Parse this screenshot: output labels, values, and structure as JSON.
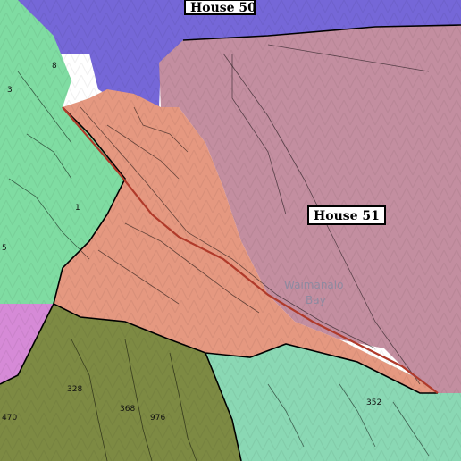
{
  "map": {
    "district_labels": [
      "House 50",
      "House 51"
    ],
    "precinct_numbers": [
      "8",
      "3",
      "1",
      "5",
      "328",
      "368",
      "976",
      "470",
      "352"
    ],
    "place_names": [
      "Waimanalo",
      "Bay"
    ],
    "colors": {
      "house51_fill": "#c38ea0",
      "house_red_fill": "#e59880",
      "house50_fill": "#7567d8",
      "green_fill": "#7fdca2",
      "olive_fill": "#7d8a43",
      "teal_fill": "#8ad8b4",
      "magenta_fill": "#d68ad7",
      "boundary": "#000000"
    }
  }
}
